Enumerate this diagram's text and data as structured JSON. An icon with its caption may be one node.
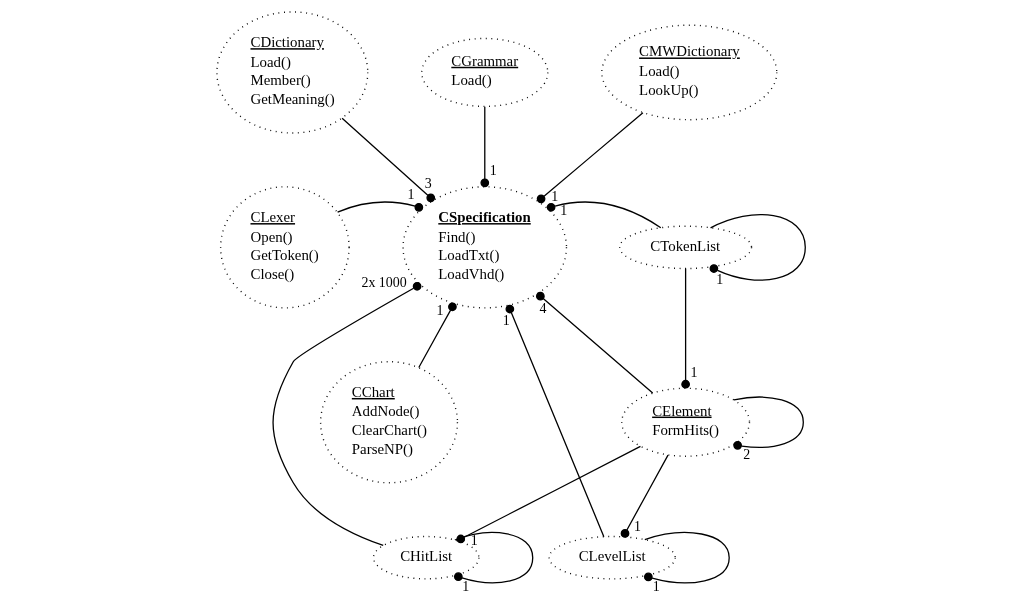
{
  "diagram": {
    "nodes": [
      {
        "text": [
          "CDictionary",
          "Load()",
          "Member()",
          "GetMeaning()"
        ]
      },
      {
        "text": [
          "CGrammar",
          "Load()"
        ]
      },
      {
        "text": [
          "CMWDictionary",
          "Load()",
          "LookUp()"
        ]
      },
      {
        "text": [
          "CLexer",
          "Open()",
          "GetToken()",
          "Close()"
        ]
      },
      {
        "text": [
          "CSpecification",
          "Find()",
          "LoadTxt()",
          "LoadVhd()"
        ]
      },
      {
        "text": [
          "CTokenList"
        ]
      },
      {
        "text": [
          "CElement",
          "FormHits()"
        ]
      },
      {
        "text": [
          "CChart",
          "AddNode()",
          "ClearChart()",
          "ParseNP()"
        ]
      },
      {
        "text": [
          "CLevelList"
        ]
      },
      {
        "text": [
          "CHitList"
        ]
      }
    ],
    "edges": [
      {
        "from": 0,
        "to": 4,
        "arrow": "other",
        "label": "3"
      },
      {
        "from": 1,
        "to": 4,
        "arrow": "other",
        "label": "1"
      },
      {
        "from": 2,
        "to": 4,
        "arrow": "other",
        "label": "1"
      },
      {
        "from": 3,
        "to": 4,
        "arrow": "other",
        "label": "1"
      },
      {
        "from": 5,
        "to": 4,
        "arrow": "other",
        "label": "1"
      },
      {
        "from": 5,
        "to": 5,
        "arrow": "other",
        "label": "1"
      },
      {
        "from": 5,
        "to": 6,
        "arrow": "other",
        "label": "1"
      },
      {
        "from": 6,
        "to": 6,
        "arrow": "other",
        "label": "2"
      },
      {
        "from": 6,
        "to": 4,
        "arrow": "other",
        "label": "4"
      },
      {
        "from": 7,
        "to": 4,
        "arrow": "other",
        "label": "1"
      },
      {
        "from": 8,
        "to": 4,
        "arrow": "other",
        "label": "1"
      },
      {
        "from": 6,
        "to": 8,
        "arrow": "other",
        "label": "1"
      },
      {
        "from": 8,
        "to": 8,
        "arrow": "other",
        "label": "1"
      },
      {
        "from": 9,
        "to": 4,
        "arrow": "other",
        "label": "2x 1000"
      },
      {
        "from": 9,
        "to": 9,
        "arrow": "other",
        "label": "1"
      },
      {
        "from": 6,
        "to": 9,
        "arrow": "other",
        "label": "1"
      }
    ]
  }
}
